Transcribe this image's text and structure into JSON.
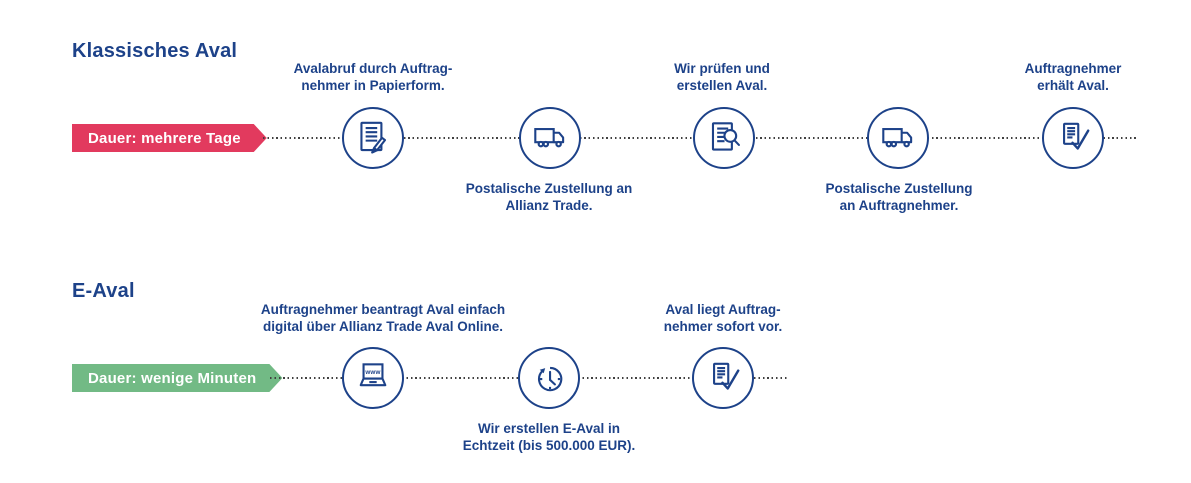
{
  "colors": {
    "navy": "#1d4289",
    "banner_red": "#e23a5e",
    "banner_green": "#72ba85",
    "dotted_line": "#404040",
    "background": "#ffffff"
  },
  "sections": [
    {
      "title": "Klassisches Aval",
      "duration_label": "Dauer: mehrere Tage",
      "banner_color": "#e23a5e",
      "steps": [
        {
          "icon": "document-pen-icon",
          "label_position": "above",
          "label": "Avalabruf durch Auftrag-\nnehmer in Papierform."
        },
        {
          "icon": "truck-icon",
          "label_position": "below",
          "label": "Postalische Zustellung an\nAllianz Trade."
        },
        {
          "icon": "document-magnifier-icon",
          "label_position": "above",
          "label": "Wir prüfen und\nerstellen Aval."
        },
        {
          "icon": "truck-icon",
          "label_position": "below",
          "label": "Postalische Zustellung\nan Auftragnehmer."
        },
        {
          "icon": "document-check-icon",
          "label_position": "above",
          "label": "Auftragnehmer\nerhält Aval."
        }
      ]
    },
    {
      "title": "E-Aval",
      "duration_label": "Dauer: wenige Minuten",
      "banner_color": "#72ba85",
      "steps": [
        {
          "icon": "laptop-www-icon",
          "label_position": "above",
          "label": "Auftragnehmer beantragt Aval einfach\ndigital über Allianz Trade Aval Online."
        },
        {
          "icon": "clock-icon",
          "label_position": "below",
          "label": "Wir erstellen E-Aval in\nEchtzeit (bis 500.000 EUR)."
        },
        {
          "icon": "document-check-icon",
          "label_position": "above",
          "label": "Aval liegt Auftrag-\nnehmer sofort vor."
        }
      ]
    }
  ],
  "icons": {
    "laptop_screen_text": "www"
  }
}
